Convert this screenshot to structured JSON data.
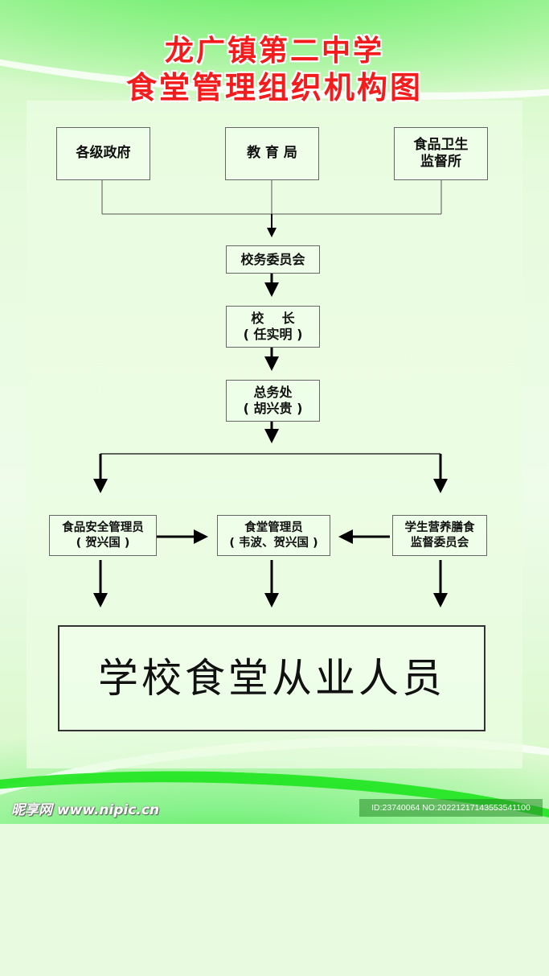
{
  "title": {
    "line1": "龙广镇第二中学",
    "line2": "食堂管理组织机构图"
  },
  "colors": {
    "title": "#f21c1c",
    "accent_green": "#22dd22",
    "box_border": "#666666",
    "arrow": "#000000"
  },
  "top_row": [
    {
      "label": "各级政府"
    },
    {
      "label": "教 育 局"
    },
    {
      "line1": "食品卫生",
      "line2": "监督所"
    }
  ],
  "chain": [
    {
      "line1": "校务委员会"
    },
    {
      "line1": "校    长",
      "line2": "( 任实明 )"
    },
    {
      "line1": "总务处",
      "line2": "( 胡兴贵 )"
    }
  ],
  "middle_row": [
    {
      "line1": "食品安全管理员",
      "line2": "( 贺兴国 )"
    },
    {
      "line1": "食堂管理员",
      "line2": "( 韦波、贺兴国 )"
    },
    {
      "line1": "学生营养膳食",
      "line2": "监督委员会"
    }
  ],
  "bottom": {
    "label": "学校食堂从业人员"
  },
  "watermark": {
    "site": "昵享网 www.nipic.cn",
    "id_text": "ID:23740064 NO:20221217143553541100"
  }
}
